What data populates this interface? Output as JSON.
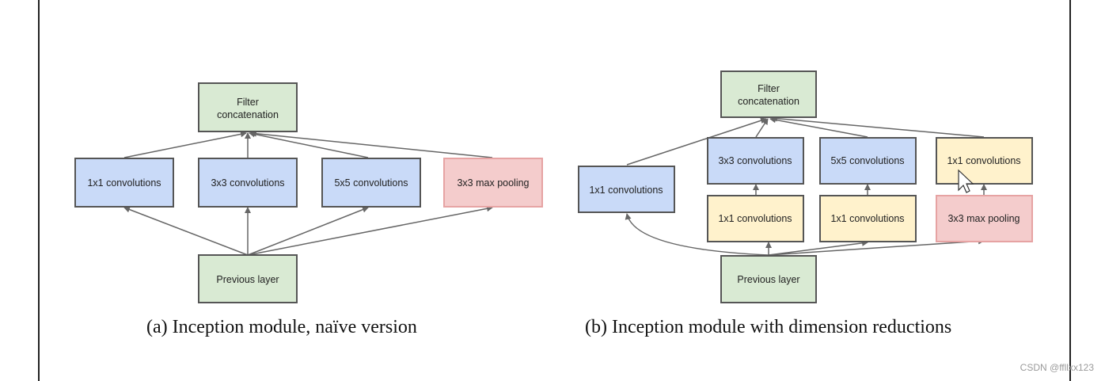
{
  "colors": {
    "green_fill": "#d9ead3",
    "blue_fill": "#c9daf8",
    "yellow_fill": "#fff2cc",
    "red_fill": "#f4cccc",
    "red_stroke": "#e6a3a3",
    "stroke": "#555555",
    "arrow": "#666666"
  },
  "diagram_a": {
    "filter_concat": [
      "Filter",
      "concatenation"
    ],
    "conv1x1": "1x1 convolutions",
    "conv3x3": "3x3 convolutions",
    "conv5x5": "5x5 convolutions",
    "maxpool": "3x3 max pooling",
    "previous": "Previous layer",
    "caption": "(a)  Inception module, naïve version"
  },
  "diagram_b": {
    "filter_concat": [
      "Filter",
      "concatenation"
    ],
    "conv1x1_left": "1x1 convolutions",
    "conv3x3": "3x3 convolutions",
    "conv5x5": "5x5 convolutions",
    "pool_proj": "1x1 convolutions",
    "reduce3": "1x1 convolutions",
    "reduce5": "1x1 convolutions",
    "maxpool": "3x3 max pooling",
    "previous": "Previous layer",
    "caption": "(b)  Inception module with dimension reductions"
  },
  "watermark": "CSDN @ffllxx123",
  "cursor_icon": "mouse-pointer-icon"
}
